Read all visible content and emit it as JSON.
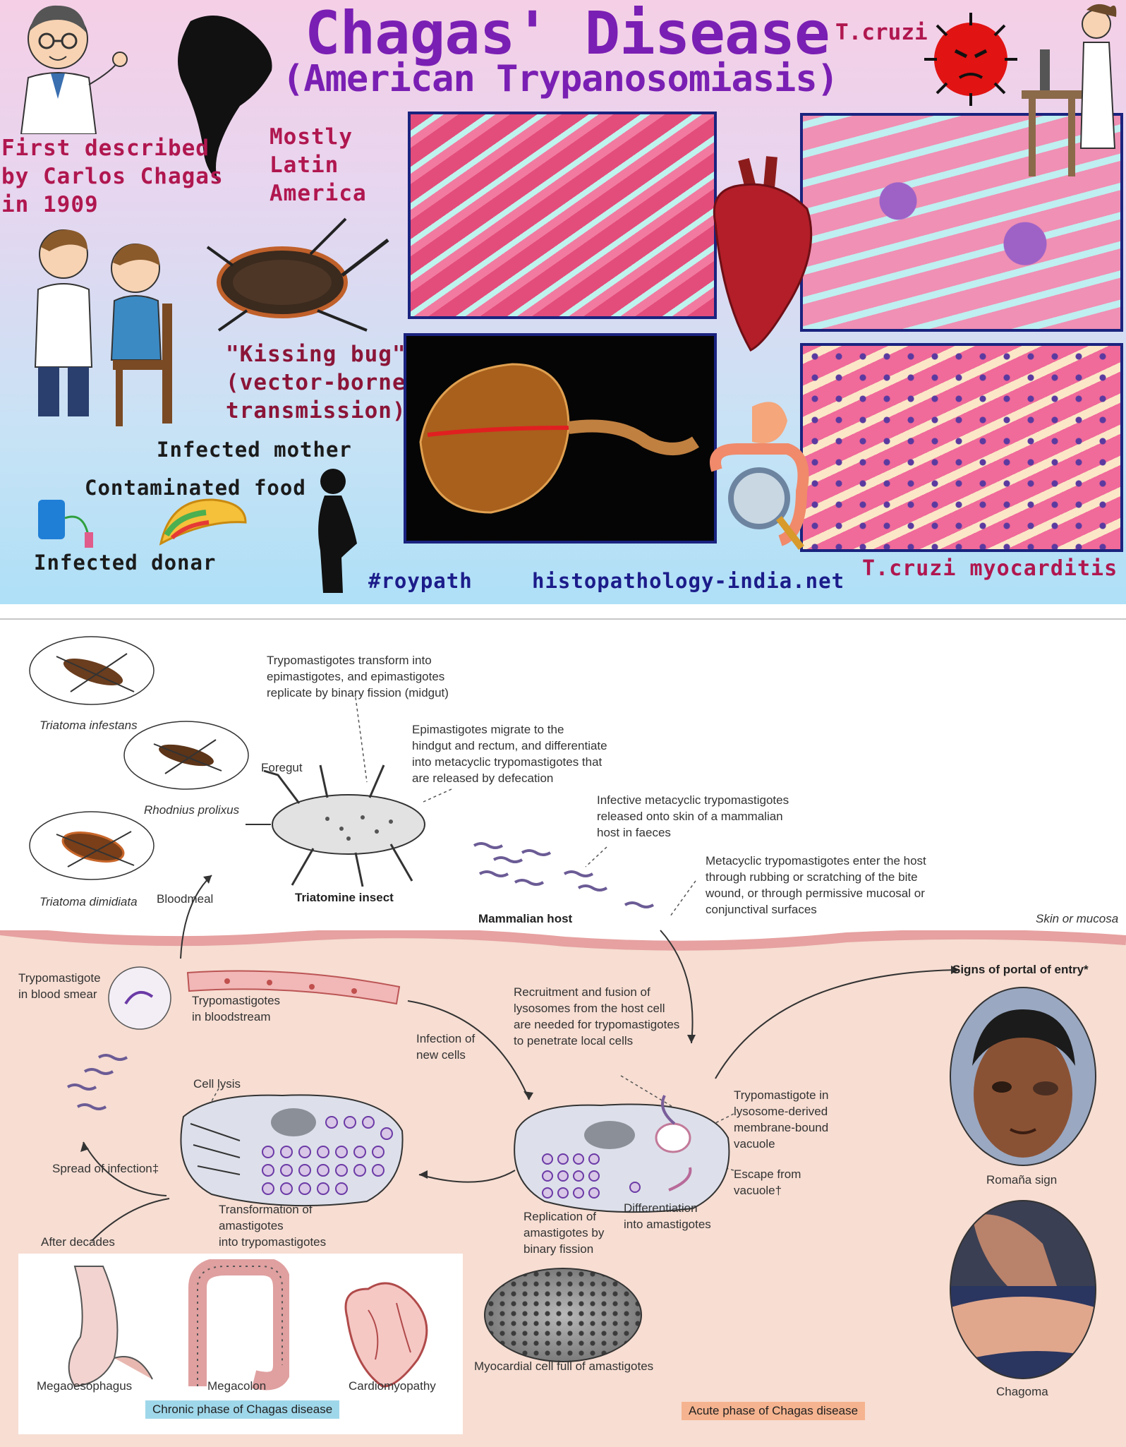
{
  "poster": {
    "title": "Chagas' Disease",
    "subtitle": "(American Trypanosomiasis)",
    "pathogen": "T.cruzi",
    "history_lines": [
      "First described",
      "by Carlos Chagas",
      "in 1909"
    ],
    "region_lines": [
      "Mostly",
      "Latin",
      "America"
    ],
    "vector_lines": [
      "\"Kissing bug\"",
      "(vector-borne",
      "transmission)"
    ],
    "infected_mother": "Infected mother",
    "contaminated_food": "Contaminated food",
    "infected_donor": "Infected donar",
    "hashtag": "#roypath",
    "website": "histopathology-india.net",
    "caption": "T.cruzi myocarditis",
    "colors": {
      "title": "#7a1fb3",
      "label": "#b0174f",
      "link": "#1c1c8a"
    }
  },
  "diagram": {
    "vectors": [
      "Triatoma infestans",
      "Rhodnius prolixus",
      "Triatoma dimidiata"
    ],
    "midgut_lines": [
      "Trypomastigotes transform into",
      "epimastigotes, and epimastigotes",
      "replicate by binary fission (midgut)"
    ],
    "hindgut_lines": [
      "Epimastigotes migrate to the",
      "hindgut and rectum, and differentiate",
      "into metacyclic trypomastigotes that",
      "are released by defecation"
    ],
    "foregut": "Foregut",
    "infective_lines": [
      "Infective metacyclic trypomastigotes",
      "released onto skin of a mammalian",
      "host in faeces"
    ],
    "enter_lines": [
      "Metacyclic trypomastigotes enter the host",
      "through rubbing or scratching of the bite",
      "wound, or through permissive mucosal or",
      "conjunctival surfaces"
    ],
    "bloodmeal": "Bloodmeal",
    "triatomine_insect": "Triatomine insect",
    "mammalian_host": "Mammalian host",
    "skin_mucosa": "Skin or mucosa",
    "smear_lines": [
      "Trypomastigote",
      "in blood smear"
    ],
    "bloodstream_lines": [
      "Trypomastigotes",
      "in bloodstream"
    ],
    "recruitment_lines": [
      "Recruitment and fusion of",
      "lysosomes from the host cell",
      "are needed for trypomastigotes",
      "to penetrate local cells"
    ],
    "infection_lines": [
      "Infection of",
      "new cells"
    ],
    "portal": "Signs of portal of entry*",
    "cell_lysis": "Cell lysis",
    "vacuole_lines": [
      "Trypomastigote in",
      "lysosome-derived",
      "membrane-bound",
      "vacuole"
    ],
    "escape_lines": [
      "Escape from",
      "vacuole†"
    ],
    "spread": "Spread of infection‡",
    "transformation_lines": [
      "Transformation of",
      "amastigotes",
      "into trypomastigotes"
    ],
    "differentiation_lines": [
      "Differentiation",
      "into amastigotes"
    ],
    "replication_lines": [
      "Replication of",
      "amastigotes by",
      "binary fission"
    ],
    "after_decades": "After decades",
    "romana": "Romaña sign",
    "chagoma": "Chagoma",
    "myocardial": "Myocardial cell full of amastigotes",
    "chronic_organs": [
      "Megaoesophagus",
      "Megacolon",
      "Cardiomyopathy"
    ],
    "chronic_phase": "Chronic phase of Chagas disease",
    "acute_phase": "Acute phase of Chagas disease",
    "colors": {
      "skin": "#f7ddd2",
      "chronic_tag": "#9fd7ea",
      "acute_tag": "#f5b38f"
    }
  }
}
